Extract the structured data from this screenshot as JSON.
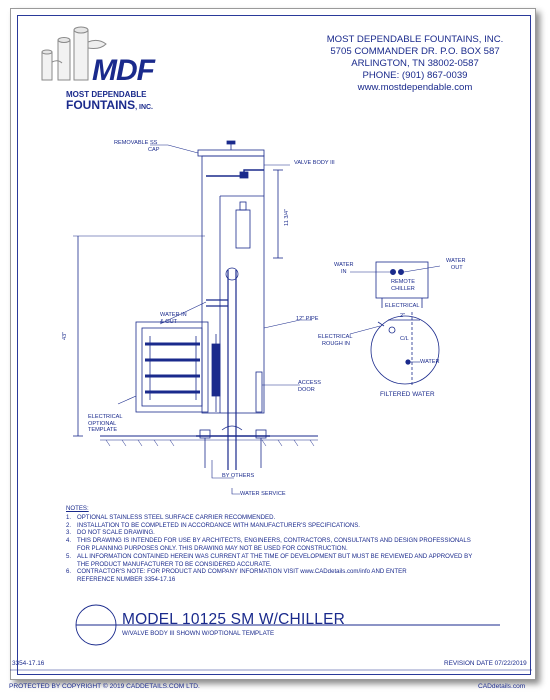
{
  "logo": {
    "mark": "MDF",
    "line1": "MOST DEPENDABLE",
    "line2": "FOUNTAINS",
    "suffix": ", INC."
  },
  "company": {
    "name": "MOST DEPENDABLE FOUNTAINS, INC.",
    "address": "5705 COMMANDER DR. P.O. BOX 587",
    "city": "ARLINGTON, TN 38002-0587",
    "phone": "PHONE: (901) 867-0039",
    "website": "www.mostdependable.com"
  },
  "labels": {
    "removable_cap_1": "REMOVABLE SS",
    "removable_cap_2": "CAP",
    "valve_body": "VALVE BODY III",
    "dim_11": "11 3/4\"",
    "dim_43": "43\"",
    "water_in_out_1": "WATER IN",
    "water_in_out_2": "& OUT",
    "pipe_12": "12\" PIPE",
    "electrical_rough_in_1": "ELECTRICAL",
    "electrical_rough_in_2": "ROUGH IN",
    "access_door_1": "ACCESS",
    "access_door_2": "DOOR",
    "electrical_optional_1": "ELECTRICAL",
    "electrical_optional_2": "OPTIONAL",
    "electrical_optional_3": "TEMPLATE",
    "by_others": "BY OTHERS",
    "water_service": "WATER SERVICE",
    "water_in_1": "WATER",
    "water_in_2": "IN",
    "water_out_1": "WATER",
    "water_out_2": "OUT",
    "remote_chiller_1": "REMOTE",
    "remote_chiller_2": "CHILLER",
    "electrical_plan": "ELECTRICAL",
    "dim_2": "2\"",
    "centerline": "C/L",
    "water_plan": "WATER",
    "filtered_water": "FILTERED WATER"
  },
  "notes": {
    "heading": "NOTES:",
    "items": [
      {
        "num": "1.",
        "lines": [
          "OPTIONAL STAINLESS STEEL SURFACE CARRIER RECOMMENDED."
        ]
      },
      {
        "num": "2.",
        "lines": [
          "INSTALLATION TO BE COMPLETED IN ACCORDANCE WITH MANUFACTURER'S SPECIFICATIONS."
        ]
      },
      {
        "num": "3.",
        "lines": [
          "DO NOT SCALE DRAWING."
        ]
      },
      {
        "num": "4.",
        "lines": [
          "THIS DRAWING IS INTENDED FOR USE BY ARCHITECTS, ENGINEERS, CONTRACTORS, CONSULTANTS AND DESIGN PROFESSIONALS",
          "FOR PLANNING PURPOSES ONLY.  THIS DRAWING MAY NOT BE USED FOR CONSTRUCTION."
        ]
      },
      {
        "num": "5.",
        "lines": [
          "ALL INFORMATION CONTAINED HEREIN WAS CURRENT AT THE TIME OF DEVELOPMENT BUT MUST BE REVIEWED AND APPROVED BY",
          "THE PRODUCT MANUFACTURER TO BE CONSIDERED ACCURATE."
        ]
      },
      {
        "num": "6.",
        "lines": [
          "CONTRACTOR'S NOTE: FOR PRODUCT AND COMPANY INFORMATION VISIT www.CADdetails.com/info AND ENTER",
          "REFERENCE NUMBER 3354-17.16"
        ]
      }
    ]
  },
  "title": {
    "main": "MODEL 10125 SM W/CHILLER",
    "sub": "W/VALVE BODY III SHOWN W/OPTIONAL TEMPLATE"
  },
  "footer": {
    "ref": "3354-17.16",
    "revision": "REVISION DATE  07/22/2019",
    "copyright": "PROTECTED BY COPYRIGHT © 2019 CADDETAILS.COM LTD.",
    "cad_logo": "CADdetails.com"
  },
  "colors": {
    "ink": "#1a2a8c"
  }
}
